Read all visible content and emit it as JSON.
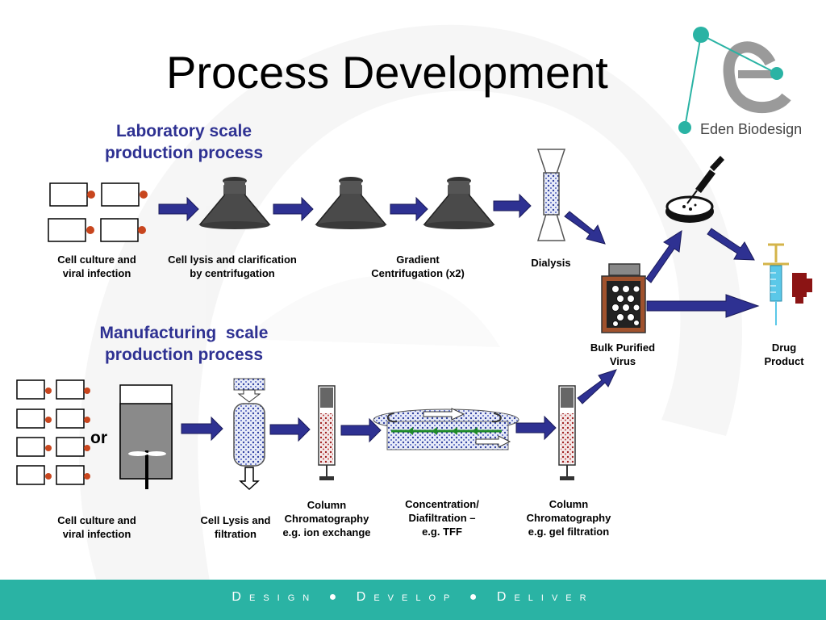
{
  "title": "Process Development",
  "logo": {
    "name": "Eden Biodesign",
    "icon": "e-molecule-logo-icon"
  },
  "lab": {
    "heading_line1": "Laboratory scale",
    "heading_line2": "production process",
    "steps": [
      {
        "line1": "Cell culture and",
        "line2": "viral infection"
      },
      {
        "line1": "Cell lysis and clarification",
        "line2": "by centrifugation"
      },
      {
        "line1": "Gradient",
        "line2": "Centrifugation (x2)"
      },
      {
        "line1": "Dialysis"
      }
    ]
  },
  "mfg": {
    "heading_line1": "Manufacturing  scale",
    "heading_line2": "production process",
    "or_label": "or",
    "steps": [
      {
        "line1": "Cell culture and",
        "line2": "viral infection"
      },
      {
        "line1": "Cell Lysis and",
        "line2": "filtration"
      },
      {
        "line1": "Column",
        "line2": "Chromatography",
        "line3": "e.g. ion exchange"
      },
      {
        "line1": "Concentration/",
        "line2": "Diafiltration –",
        "line3": "e.g. TFF"
      },
      {
        "line1": "Column",
        "line2": "Chromatography",
        "line3": "e.g. gel filtration"
      }
    ]
  },
  "outputs": {
    "bulk": {
      "line1": "Bulk Purified",
      "line2": "Virus"
    },
    "drug": {
      "line1": "Drug",
      "line2": "Product"
    }
  },
  "footer": "Design ● Develop ● Deliver",
  "colors": {
    "heading": "#2e3192",
    "arrow": "#2e3192",
    "footer": "#2ab3a4",
    "accent": "#2ab3a4",
    "cell_dot": "#c8461e",
    "bottle": "#a0522d"
  }
}
